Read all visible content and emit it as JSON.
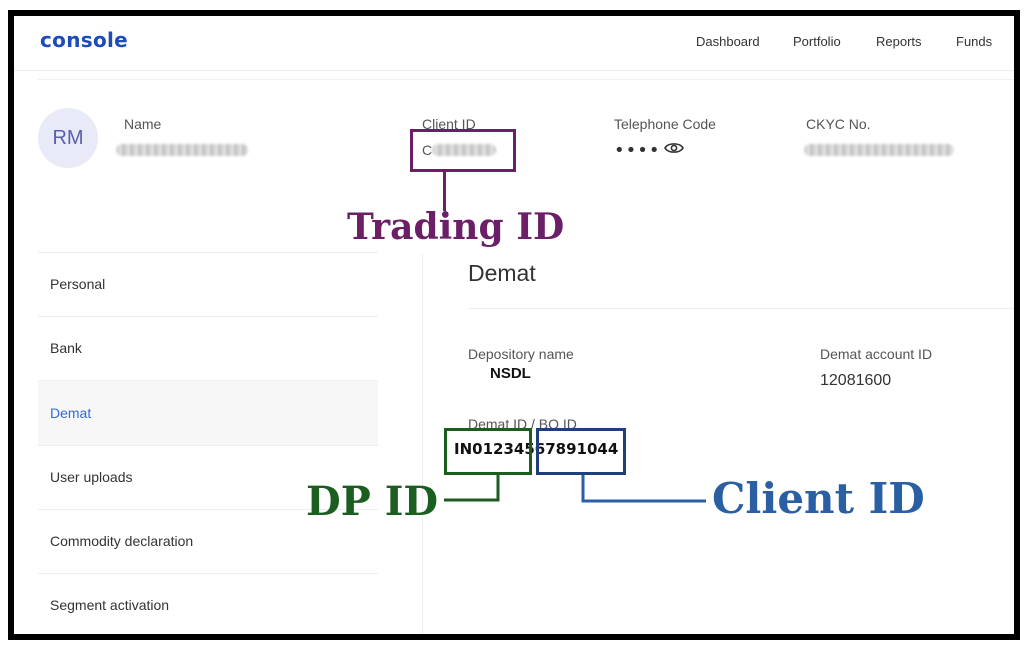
{
  "app": {
    "logo": "console"
  },
  "nav": [
    "Dashboard",
    "Portfolio",
    "Reports",
    "Funds"
  ],
  "profile": {
    "avatar_initials": "RM",
    "name_label": "Name",
    "client_id_label": "Client ID",
    "client_id_partial": "C",
    "telephone_label": "Telephone Code",
    "telephone_masked": "••••",
    "ckyc_label": "CKYC No."
  },
  "sidebar": {
    "items": [
      {
        "label": "Personal"
      },
      {
        "label": "Bank"
      },
      {
        "label": "Demat",
        "active": true
      },
      {
        "label": "User uploads"
      },
      {
        "label": "Commodity declaration"
      },
      {
        "label": "Segment activation"
      }
    ]
  },
  "demat": {
    "title": "Demat",
    "depository_label": "Depository name",
    "depository_value": "NSDL",
    "account_id_label": "Demat account ID",
    "account_id_value": "12081600",
    "bo_label": "Demat ID / BO ID",
    "bo_value": "IN01234567891044"
  },
  "annotations": {
    "trading_id": "Trading ID",
    "dp_id": "DP ID",
    "client_id": "Client ID",
    "colors": {
      "trading": "#6b1f66",
      "dp": "#1b5e20",
      "client": "#2a5fa3",
      "client_box": "#1e3f7a"
    }
  }
}
